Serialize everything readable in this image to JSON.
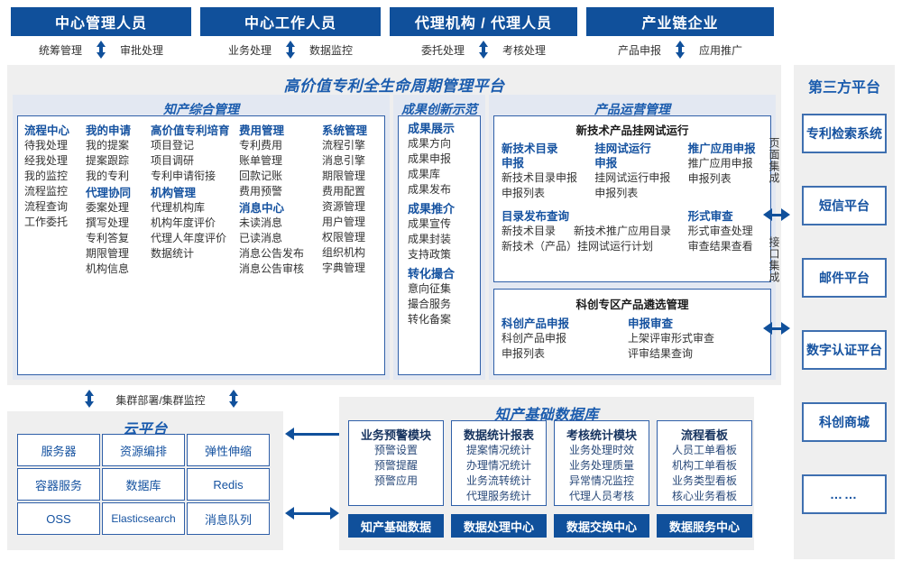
{
  "colors": {
    "brand": "#10509B",
    "accent": "#1B5CAE",
    "panel": "#EFEFEF",
    "subpanel": "#E3E8F2",
    "border": "#2F5FA8"
  },
  "roles": [
    {
      "title": "中心管理人员",
      "left": "统筹管理",
      "right": "审批处理"
    },
    {
      "title": "中心工作人员",
      "left": "业务处理",
      "right": "数据监控"
    },
    {
      "title": "代理机构 / 代理人员",
      "left": "委托处理",
      "right": "考核处理"
    },
    {
      "title": "产业链企业",
      "left": "产品申报",
      "right": "应用推广"
    }
  ],
  "platform": {
    "title": "高价值专利全生命周期管理平台",
    "sections": [
      {
        "title": "知产综合管理"
      },
      {
        "title": "成果创新示范"
      },
      {
        "title": "产品运营管理"
      }
    ]
  },
  "ip_mgmt": {
    "col1": [
      {
        "head": "流程中心",
        "items": [
          "待我处理",
          "经我处理",
          "我的监控",
          "流程监控",
          "流程查询",
          "工作委托"
        ]
      }
    ],
    "col2": [
      {
        "head": "我的申请",
        "items": [
          "我的提案",
          "提案跟踪",
          "我的专利"
        ]
      },
      {
        "head": "代理协同",
        "items": [
          "委案处理",
          "撰写处理",
          "专利答复",
          "期限管理",
          "机构信息"
        ]
      }
    ],
    "col3": [
      {
        "head": "高价值专利培育",
        "items": [
          "项目登记",
          "项目调研",
          "专利申请衔接"
        ]
      },
      {
        "head": "机构管理",
        "items": [
          "代理机构库",
          "机构年度评价",
          "代理人年度评价",
          "数据统计"
        ]
      }
    ],
    "col4": [
      {
        "head": "费用管理",
        "items": [
          "专利费用",
          "账单管理",
          "回款记账",
          "费用预警"
        ]
      },
      {
        "head": "消息中心",
        "items": [
          "未读消息",
          "已读消息",
          "消息公告发布",
          "消息公告审核"
        ]
      }
    ],
    "col5": [
      {
        "head": "系统管理",
        "items": [
          "流程引擎",
          "消息引擎",
          "期限管理",
          "费用配置",
          "资源管理",
          "用户管理",
          "权限管理",
          "组织机构",
          "字典管理"
        ]
      }
    ]
  },
  "innovation": {
    "groups": [
      {
        "head": "成果展示",
        "items": [
          "成果方向",
          "成果申报",
          "成果库",
          "成果发布"
        ]
      },
      {
        "head": "成果推介",
        "items": [
          "成果宣传",
          "成果封装",
          "支持政策"
        ]
      },
      {
        "head": "转化撮合",
        "items": [
          "意向征集",
          "撮合服务",
          "转化备案"
        ]
      }
    ]
  },
  "product_ops": {
    "card1": {
      "title": "新技术产品挂网试运行",
      "row1": [
        {
          "head": "新技术目录申报",
          "items": [
            "新技术目录申报",
            "申报列表"
          ]
        },
        {
          "head": "挂网试运行申报",
          "items": [
            "挂网试运行申报",
            "申报列表"
          ]
        },
        {
          "head": "推广应用申报",
          "items": [
            "推广应用申报",
            "申报列表"
          ]
        }
      ],
      "row2_left": {
        "head": "目录发布查询",
        "items": [
          "新技术目录",
          "新技术推广应用目录",
          "新技术（产品）挂网试运行计划"
        ]
      },
      "row2_right": {
        "head": "形式审查",
        "items": [
          "形式审查处理",
          "审查结果查看"
        ]
      }
    },
    "card2": {
      "title": "科创专区产品遴选管理",
      "cols": [
        {
          "head": "科创产品申报",
          "items": [
            "科创产品申报",
            "申报列表"
          ]
        },
        {
          "head": "申报审查",
          "items": [
            "上架评审形式审查",
            "评审结果查询"
          ]
        }
      ]
    }
  },
  "integration": {
    "page": "页面集成",
    "api": "接口集成"
  },
  "third_party": {
    "title": "第三方平台",
    "items": [
      "专利检索系统",
      "短信平台",
      "邮件平台",
      "数字认证平台",
      "科创商城",
      "……"
    ]
  },
  "cloud": {
    "caption": "集群部署/集群监控",
    "title": "云平台",
    "cells": [
      "服务器",
      "资源编排",
      "弹性伸缩",
      "容器服务",
      "数据库",
      "Redis",
      "OSS",
      "Elasticsearch",
      "消息队列"
    ]
  },
  "database": {
    "title": "知产基础数据库",
    "columns": [
      {
        "head": "业务预警模块",
        "items": [
          "预警设置",
          "预警提醒",
          "预警应用"
        ],
        "foot": "知产基础数据"
      },
      {
        "head": "数据统计报表",
        "items": [
          "提案情况统计",
          "办理情况统计",
          "业务流转统计",
          "代理服务统计"
        ],
        "foot": "数据处理中心"
      },
      {
        "head": "考核统计模块",
        "items": [
          "业务处理时效",
          "业务处理质量",
          "异常情况监控",
          "代理人员考核"
        ],
        "foot": "数据交换中心"
      },
      {
        "head": "流程看板",
        "items": [
          "人员工单看板",
          "机构工单看板",
          "业务类型看板",
          "核心业务看板"
        ],
        "foot": "数据服务中心"
      }
    ]
  }
}
